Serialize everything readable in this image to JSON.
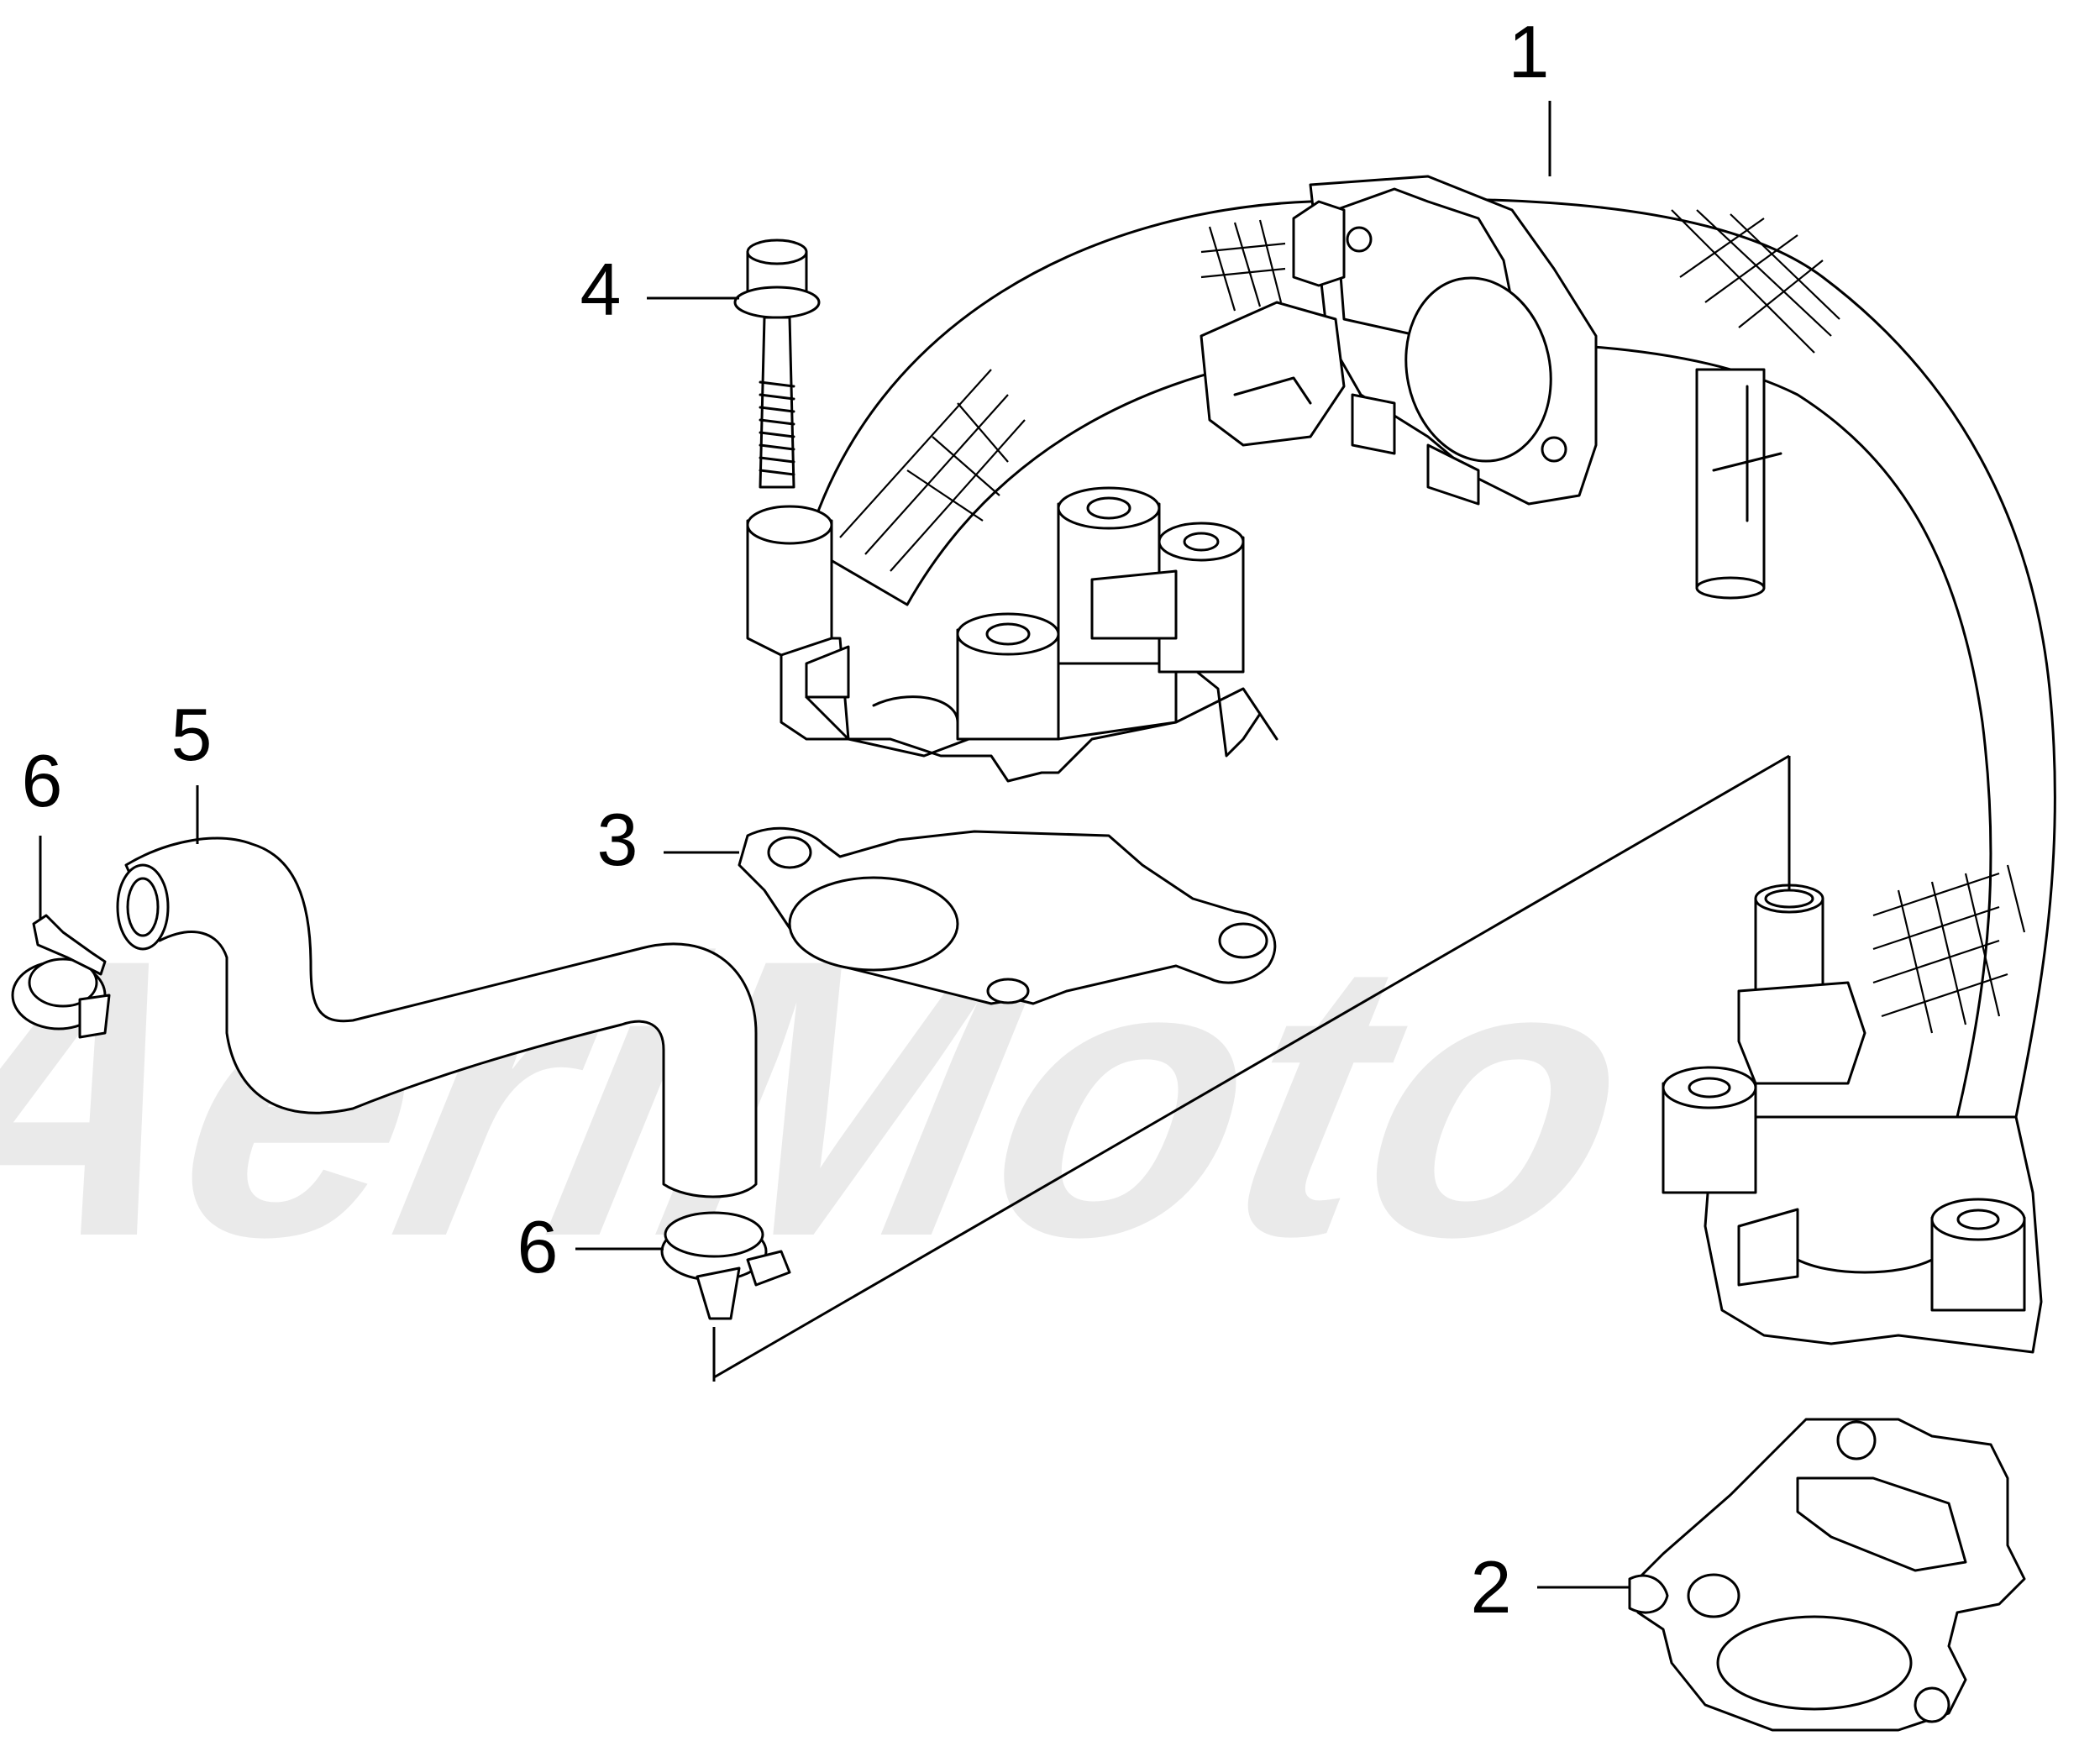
{
  "diagram": {
    "callouts": [
      {
        "id": "1",
        "label": "1"
      },
      {
        "id": "2",
        "label": "2"
      },
      {
        "id": "3",
        "label": "3"
      },
      {
        "id": "4",
        "label": "4"
      },
      {
        "id": "5",
        "label": "5"
      },
      {
        "id": "6a",
        "label": "6"
      },
      {
        "id": "6b",
        "label": "6"
      }
    ],
    "watermark": {
      "text": "AeriMoto"
    }
  }
}
